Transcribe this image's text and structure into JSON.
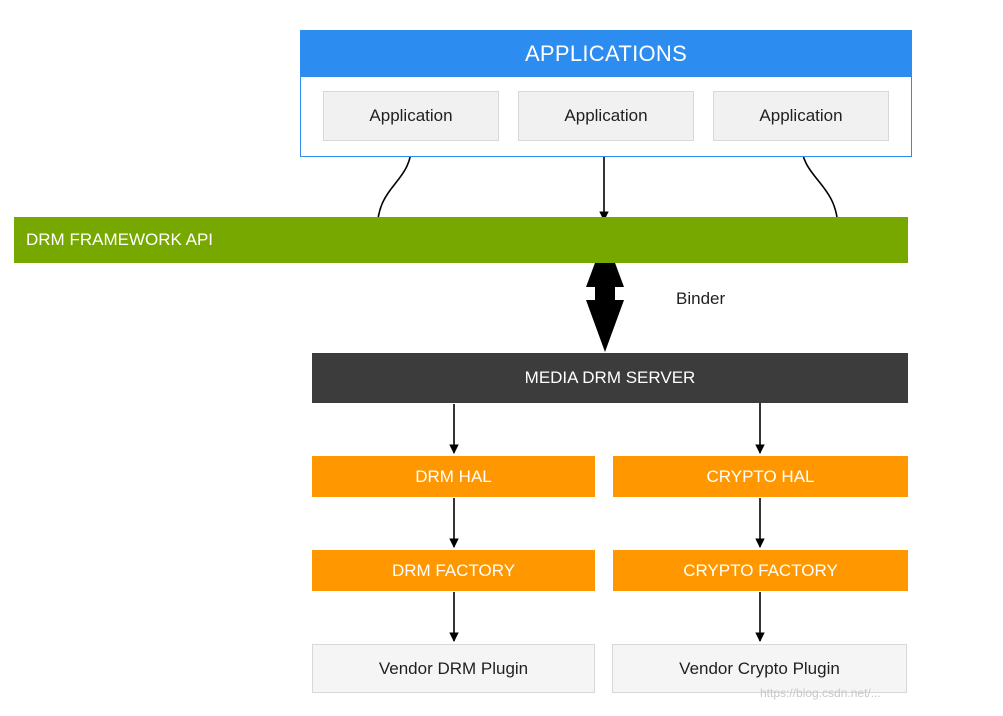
{
  "applications": {
    "title": "APPLICATIONS",
    "items": [
      "Application",
      "Application",
      "Application"
    ]
  },
  "framework_api": {
    "label": "DRM FRAMEWORK API"
  },
  "binder": {
    "label": "Binder"
  },
  "media_server": {
    "label": "MEDIA DRM SERVER"
  },
  "drm_hal": {
    "label": "DRM HAL"
  },
  "crypto_hal": {
    "label": "CRYPTO HAL"
  },
  "drm_factory": {
    "label": "DRM FACTORY"
  },
  "crypto_factory": {
    "label": "CRYPTO FACTORY"
  },
  "vendor_drm_plugin": {
    "label": "Vendor DRM Plugin"
  },
  "vendor_crypto_plugin": {
    "label": "Vendor Crypto Plugin"
  },
  "watermark": {
    "text": "https://blog.csdn.net/..."
  },
  "colors": {
    "applications": "#2d8cf0",
    "framework": "#76a800",
    "server": "#3c3c3c",
    "hal": "#ff9800"
  }
}
